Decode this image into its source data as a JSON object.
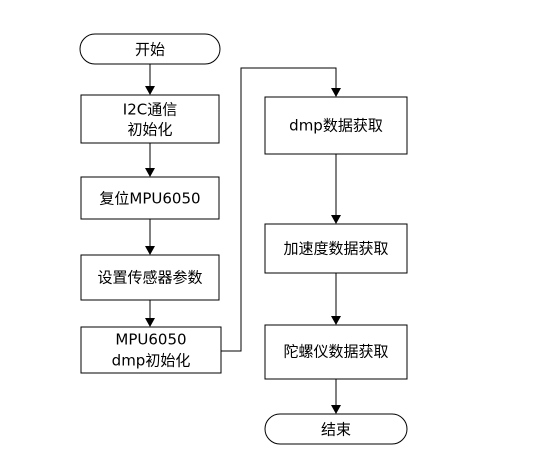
{
  "nodes": {
    "start": {
      "text": "开始"
    },
    "i2c_init": {
      "line1": "I2C通信",
      "line2": "初始化"
    },
    "reset_mpu": {
      "text": "复位MPU6050"
    },
    "set_params": {
      "text": "设置传感器参数"
    },
    "dmp_init": {
      "line1": "MPU6050",
      "line2": "dmp初始化"
    },
    "dmp_data": {
      "text": "dmp数据获取"
    },
    "accel_data": {
      "text": "加速度数据获取"
    },
    "gyro_data": {
      "text": "陀螺仪数据获取"
    },
    "end": {
      "text": "结束"
    }
  },
  "colors": {
    "line": "#000000",
    "fill": "#ffffff",
    "text": "#000000"
  }
}
